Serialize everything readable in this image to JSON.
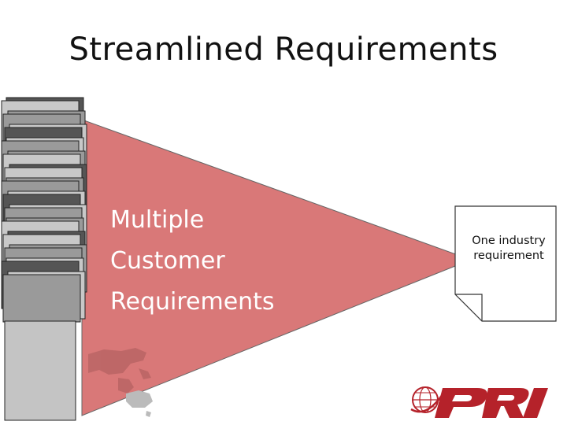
{
  "slide": {
    "title": "Streamlined Requirements",
    "funnel_lines": [
      "Multiple",
      "Customer",
      "Requirements"
    ],
    "output_document_text": [
      "One industry",
      "requirement"
    ],
    "logo_text": "PRI"
  },
  "colors": {
    "funnel": "#d97878",
    "stack_dark": "#555555",
    "stack_mid": "#9a9a9a",
    "stack_light": "#c8c8c8",
    "logo_red": "#b5222a"
  }
}
